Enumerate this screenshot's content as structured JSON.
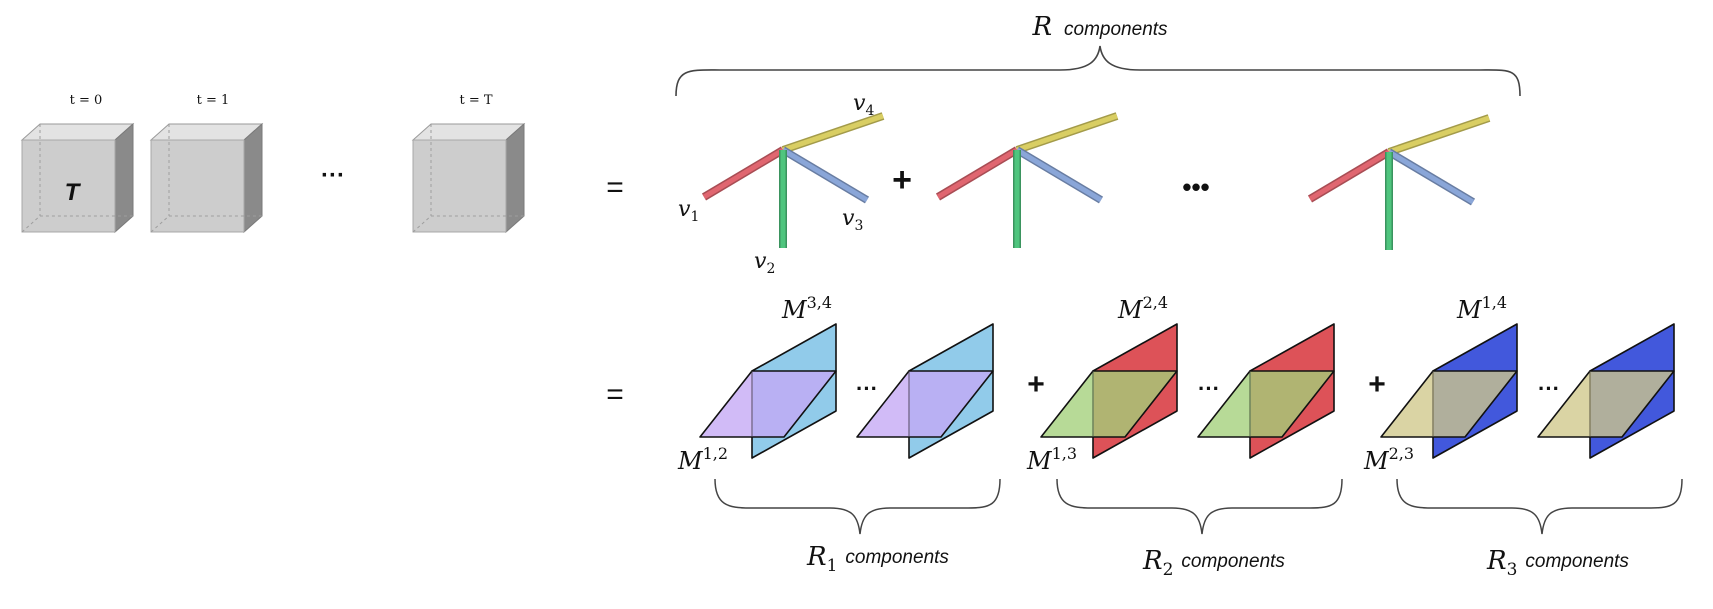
{
  "tensor": {
    "label": "T",
    "times": [
      {
        "label": "t = 0"
      },
      {
        "label": "t = 1"
      },
      {
        "label": "t = T"
      }
    ],
    "ellipsis": "···"
  },
  "equals": "=",
  "top": {
    "brace_label_var": "R",
    "brace_label_word": "components",
    "plus": "+",
    "ellipsis": "•••",
    "vectors": [
      {
        "name": "v",
        "sub": "1",
        "color": "#e06670"
      },
      {
        "name": "v",
        "sub": "2",
        "color": "#4fc57e"
      },
      {
        "name": "v",
        "sub": "3",
        "color": "#8aa6d8"
      },
      {
        "name": "v",
        "sub": "4",
        "color": "#d9ce63"
      }
    ]
  },
  "bottom": {
    "plus": "+",
    "ellipsis": "···",
    "groups": [
      {
        "back_label": {
          "name": "M",
          "sup": "3,4"
        },
        "front_label": {
          "name": "M",
          "sup": "1,2"
        },
        "back_color": "#91cbea",
        "front_color": "#c4a8f5",
        "brace_var": "R",
        "brace_sub": "1",
        "brace_word": "components"
      },
      {
        "back_label": {
          "name": "M",
          "sup": "2,4"
        },
        "front_label": {
          "name": "M",
          "sup": "1,3"
        },
        "back_color": "#dd5258",
        "front_color": "#a3cf7a",
        "brace_var": "R",
        "brace_sub": "2",
        "brace_word": "components"
      },
      {
        "back_label": {
          "name": "M",
          "sup": "1,4"
        },
        "front_label": {
          "name": "M",
          "sup": "2,3"
        },
        "back_color": "#4258dc",
        "front_color": "#cfc88a",
        "brace_var": "R",
        "brace_sub": "3",
        "brace_word": "components"
      }
    ]
  }
}
